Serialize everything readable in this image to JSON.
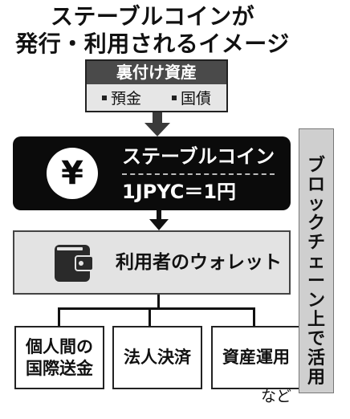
{
  "title": {
    "line1": "ステーブルコインが",
    "line2": "発行・利用されるイメージ"
  },
  "assets": {
    "heading": "裏付け資産",
    "items": [
      "預金",
      "国債"
    ]
  },
  "coin": {
    "symbol": "¥",
    "name": "ステーブルコイン",
    "rate": "1JPYC＝1円"
  },
  "wallet": {
    "label": "利用者のウォレット",
    "icon": "wallet-icon"
  },
  "uses": [
    {
      "line1": "個人間の",
      "line2": "国際送金"
    },
    {
      "line1": "法人決済",
      "line2": ""
    },
    {
      "line1": "資産運用",
      "line2": ""
    }
  ],
  "etc_label": "など",
  "blockchain": {
    "label": "ブロックチェーン上で活用",
    "chars": [
      "ブ",
      "ロ",
      "ッ",
      "ク",
      "チ",
      "ェ",
      "ー",
      "ン",
      "上",
      "で",
      "活",
      "用"
    ]
  },
  "colors": {
    "dark": "#0b0b0b",
    "header": "#4a4a4a",
    "light_gray": "#e3e3e3",
    "side_bar": "#cfcfcf",
    "arrow": "#3a3a3a"
  }
}
